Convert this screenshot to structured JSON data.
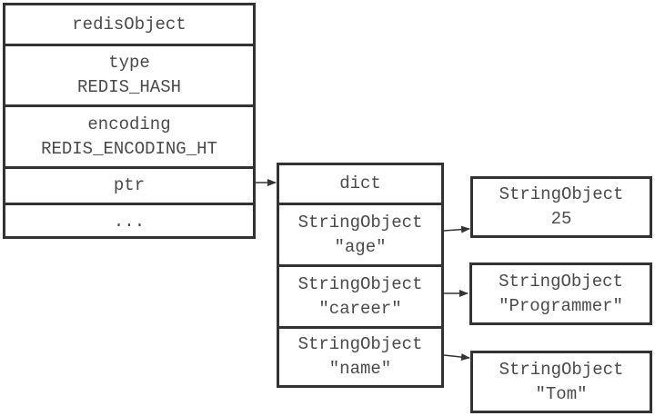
{
  "redis_object": {
    "header": "redisObject",
    "type_label": "type",
    "type_value": "REDIS_HASH",
    "encoding_label": "encoding",
    "encoding_value": "REDIS_ENCODING_HT",
    "ptr_label": "ptr",
    "more_label": "..."
  },
  "dict": {
    "header": "dict",
    "entries": [
      {
        "key_type": "StringObject",
        "key": "\"age\"",
        "value_type": "StringObject",
        "value": "25"
      },
      {
        "key_type": "StringObject",
        "key": "\"career\"",
        "value_type": "StringObject",
        "value": "\"Programmer\""
      },
      {
        "key_type": "StringObject",
        "key": "\"name\"",
        "value_type": "StringObject",
        "value": "\"Tom\""
      }
    ]
  }
}
